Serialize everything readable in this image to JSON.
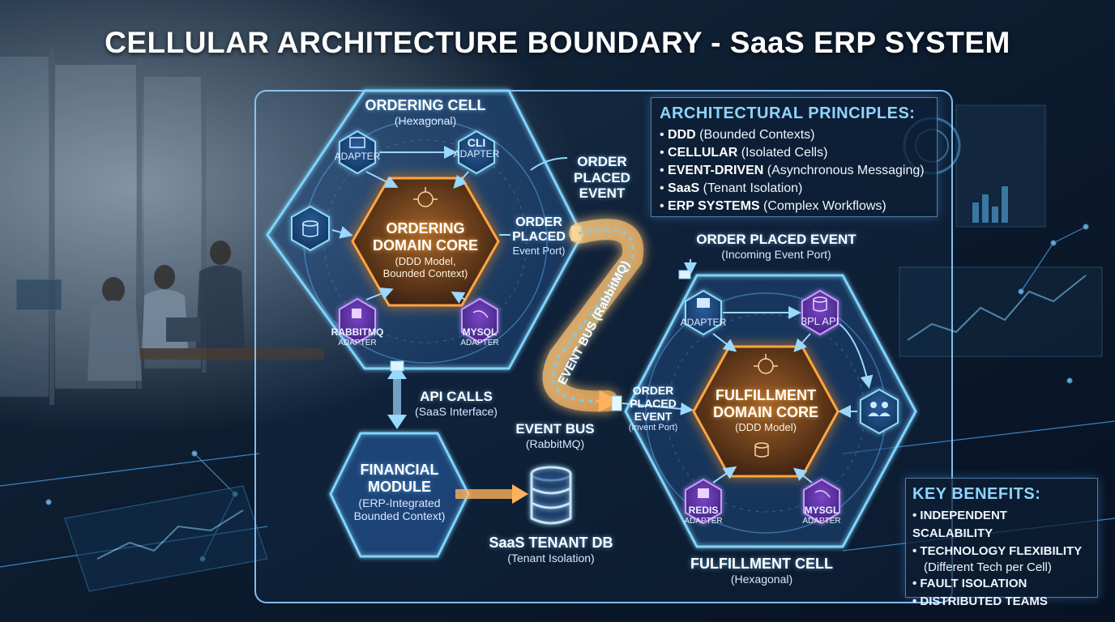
{
  "title": "CELLULAR ARCHITECTURE BOUNDARY - SaaS ERP SYSTEM",
  "ordering_cell": {
    "title": "ORDERING CELL",
    "subtitle": "(Hexagonal)",
    "adapter_top_left": "ADAPTER",
    "adapter_cli": [
      "CLI",
      "ADAPTER"
    ],
    "rabbitmq_adapter": [
      "RABBITMQ",
      "ADAPTER"
    ],
    "mysql_adapter": [
      "MYSQL",
      "ADAPTER"
    ],
    "core": {
      "title": [
        "ORDERING",
        "DOMAIN CORE"
      ],
      "subtitle": [
        "(DDD Model,",
        "Bounded Context)"
      ]
    },
    "port": {
      "title": [
        "ORDER",
        "PLACED"
      ],
      "subtitle": "Event Port)"
    }
  },
  "order_placed_event_out": [
    "ORDER",
    "PLACED",
    "EVENT"
  ],
  "event_bus_path_label": "EVENT BUS (RabbitMQ)",
  "event_bus_label": {
    "title": "EVENT BUS",
    "subtitle": "(RabbitMQ)"
  },
  "api_calls": {
    "title": "API CALLS",
    "subtitle": "(SaaS Interface)"
  },
  "financial_module": {
    "title": [
      "FINANCIAL",
      "MODULE"
    ],
    "subtitle": [
      "(ERP-Integrated",
      "Bounded Context)"
    ]
  },
  "tenant_db": {
    "title": "SaaS TENANT DB",
    "subtitle": "(Tenant Isolation)"
  },
  "fulfillment_incoming": {
    "title": "ORDER PLACED EVENT",
    "subtitle": "(Incoming Event Port)"
  },
  "fulfillment_cell": {
    "title": "FULFILLMENT CELL",
    "subtitle": "(Hexagonal)",
    "adapter_top_left": "ADAPTER",
    "api_3pl": "3PL API",
    "redis_adapter": [
      "REDIS",
      "ADAPTER"
    ],
    "mysql_adapter": [
      "MYSGL",
      "ADAPTER"
    ],
    "core": {
      "title": [
        "FULFILLMENT",
        "DOMAIN CORE"
      ],
      "subtitle": "(DDD Model)"
    },
    "port": {
      "title": [
        "ORDER",
        "PLACED",
        "EVENT"
      ],
      "subtitle": "(Invent Port)"
    }
  },
  "principles": {
    "heading": "ARCHITECTURAL PRINCIPLES:",
    "items": [
      {
        "bold": "DDD",
        "rest": " (Bounded Contexts)"
      },
      {
        "bold": "CELLULAR",
        "rest": " (Isolated Cells)"
      },
      {
        "bold": "EVENT-DRIVEN",
        "rest": " (Asynchronous Messaging)"
      },
      {
        "bold": "SaaS",
        "rest": " (Tenant Isolation)"
      },
      {
        "bold": "ERP SYSTEMS",
        "rest": " (Complex Workflows)"
      }
    ]
  },
  "benefits": {
    "heading": "KEY BENEFITS:",
    "items": [
      "INDEPENDENT SCALABILITY",
      "TECHNOLOGY FLEXIBILITY",
      "FAULT ISOLATION",
      "DISTRIBUTED TEAMS"
    ],
    "flex_sub": "(Different Tech per Cell)"
  },
  "colors": {
    "hex_blue": "#5fc8ff",
    "core_orange": "#ff9a2e",
    "adapter_purple": "#8a4fd6",
    "accent_cyan": "#8fd4ff"
  }
}
